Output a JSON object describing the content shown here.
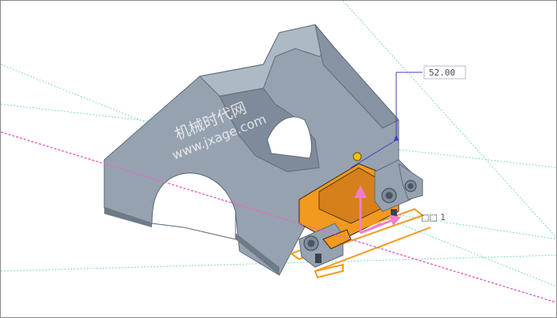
{
  "viewport": {
    "dimension_value": "52.00",
    "feature_label": "□□ 1",
    "watermark_line1": "机械时代网",
    "watermark_line2": "www.jxage.com"
  },
  "colors": {
    "part_body": "#97a2b0",
    "part_top": "#aeb9c6",
    "part_shadow": "#6e7a88",
    "preview_feature": "#f29a1e",
    "drag_handle": "#f07ec8",
    "datum_axis": "#e468c8",
    "datum_plane": "#7fd8cc",
    "dimension_line": "#3c3cc8",
    "selected_point": "#f2c300"
  },
  "icons": [
    "drag-arrow-icon",
    "drag-handle-point-icon"
  ]
}
